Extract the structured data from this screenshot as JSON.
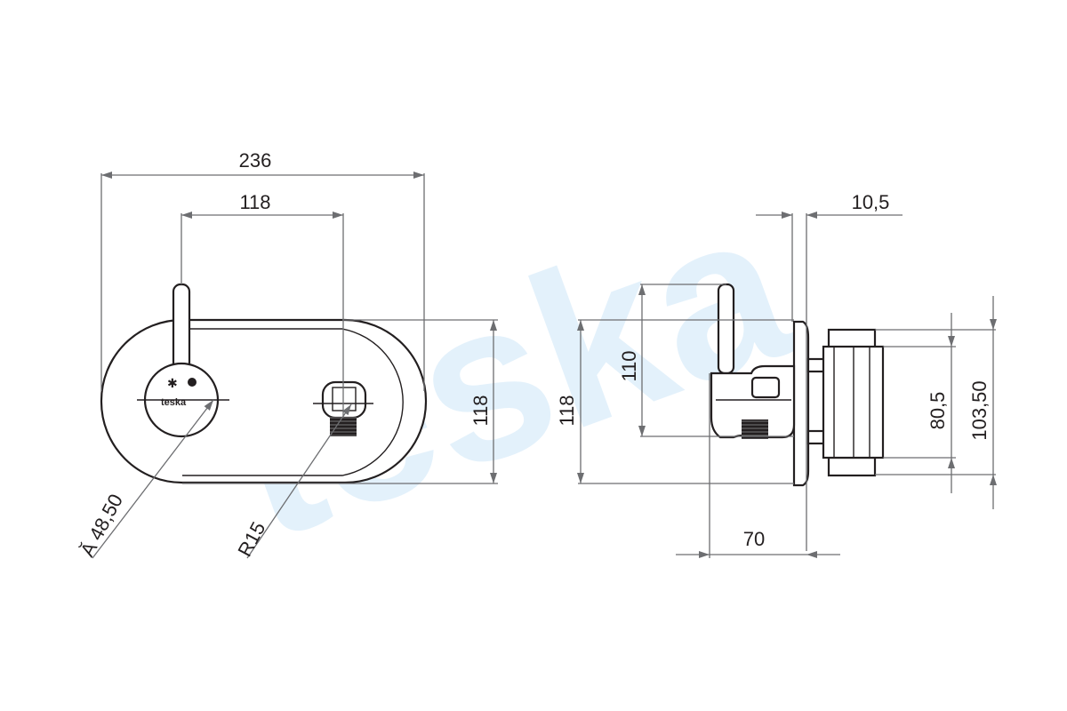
{
  "watermark": {
    "text": "teska",
    "color": "#dff0fb"
  },
  "colors": {
    "outline": "#231f20",
    "dimension": "#6d6e71",
    "thread": "#231f20"
  },
  "front_view": {
    "plate_logo": "teska",
    "dimensions": {
      "overall_width": "236",
      "axis_distance": "118",
      "height": "118",
      "diameter": "Ă 48,50",
      "radius": "R15"
    }
  },
  "side_view": {
    "dimensions": {
      "plate_thickness": "10,5",
      "height": "118",
      "lever_height": "110",
      "depth": "70",
      "body_inner": "80,5",
      "body_outer": "103,50"
    }
  }
}
